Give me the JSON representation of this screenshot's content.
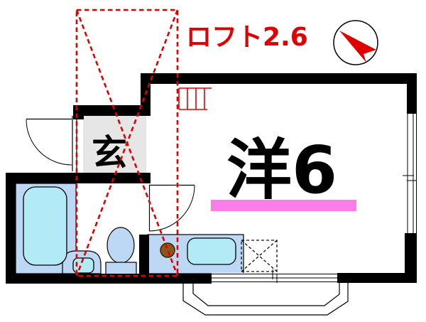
{
  "plan": {
    "loft_label": "ロフト2.6",
    "entrance_label": "玄",
    "room_label": "洋6"
  },
  "colors": {
    "wall": "#000000",
    "red": "#e00000",
    "pink": "#fb7de9",
    "fixture_blue": "#bcd8f5",
    "fixture_cyan": "#b2ebf5",
    "genkan_gray": "#e6e6e6",
    "burner_brown": "#8a571c"
  }
}
